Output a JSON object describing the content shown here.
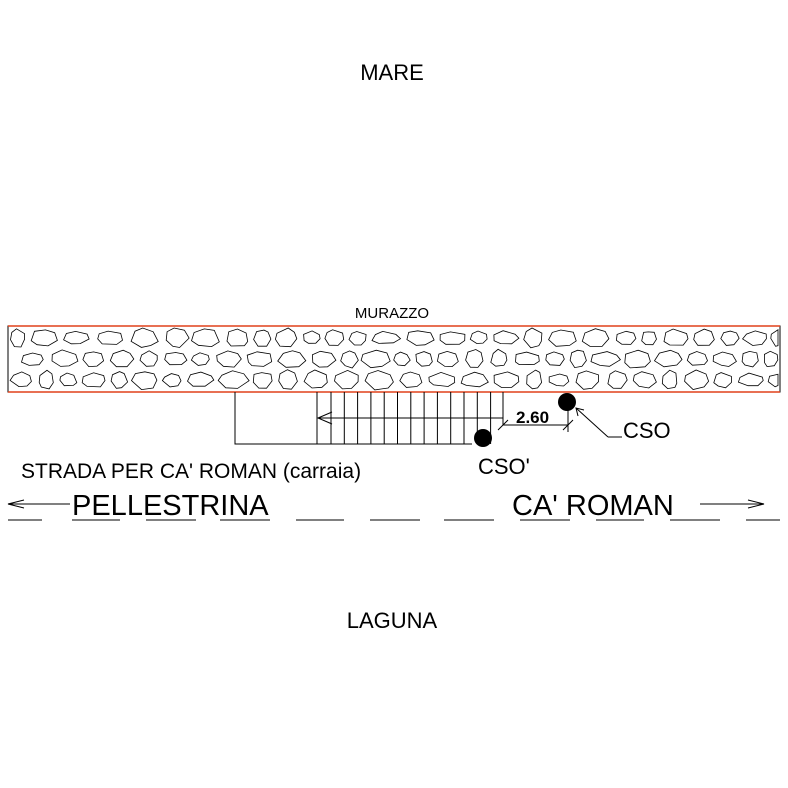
{
  "labels": {
    "sea": "MARE",
    "seawall": "MURAZZO",
    "dimension": "2.60",
    "point_main": "CSO",
    "point_prime": "CSO'",
    "road": "STRADA PER CA' ROMAN (carraia)",
    "direction_left": "PELLESTRINA",
    "direction_right": "CA' ROMAN",
    "lagoon": "LAGUNA"
  },
  "colors": {
    "line": "#000000",
    "wall_edge": "#e0401a",
    "background": "#ffffff"
  }
}
